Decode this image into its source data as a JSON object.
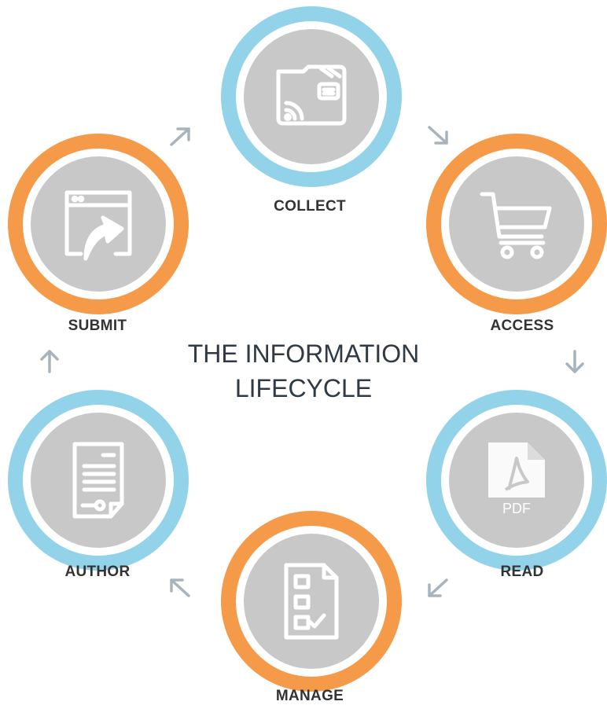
{
  "title": {
    "line1": "THE INFORMATION",
    "line2": "LIFECYCLE"
  },
  "stages": {
    "collect": {
      "label": "COLLECT",
      "icon": "rss-folder-icon",
      "ring_color": "#93d3ea"
    },
    "access": {
      "label": "ACCESS",
      "icon": "shopping-cart-icon",
      "ring_color": "#f59a49"
    },
    "read": {
      "label": "READ",
      "icon": "pdf-document-icon",
      "ring_color": "#93d3ea",
      "icon_text": "PDF"
    },
    "manage": {
      "label": "MANAGE",
      "icon": "checklist-icon",
      "ring_color": "#f59a49"
    },
    "author": {
      "label": "AUTHOR",
      "icon": "signed-document-icon",
      "ring_color": "#93d3ea"
    },
    "submit": {
      "label": "SUBMIT",
      "icon": "upload-window-icon",
      "ring_color": "#f59a49"
    }
  },
  "colors": {
    "blue": "#93d3ea",
    "orange": "#f59a49",
    "disc": "#c8c8c8",
    "arrow": "#a9b3be",
    "text": "#333333"
  }
}
